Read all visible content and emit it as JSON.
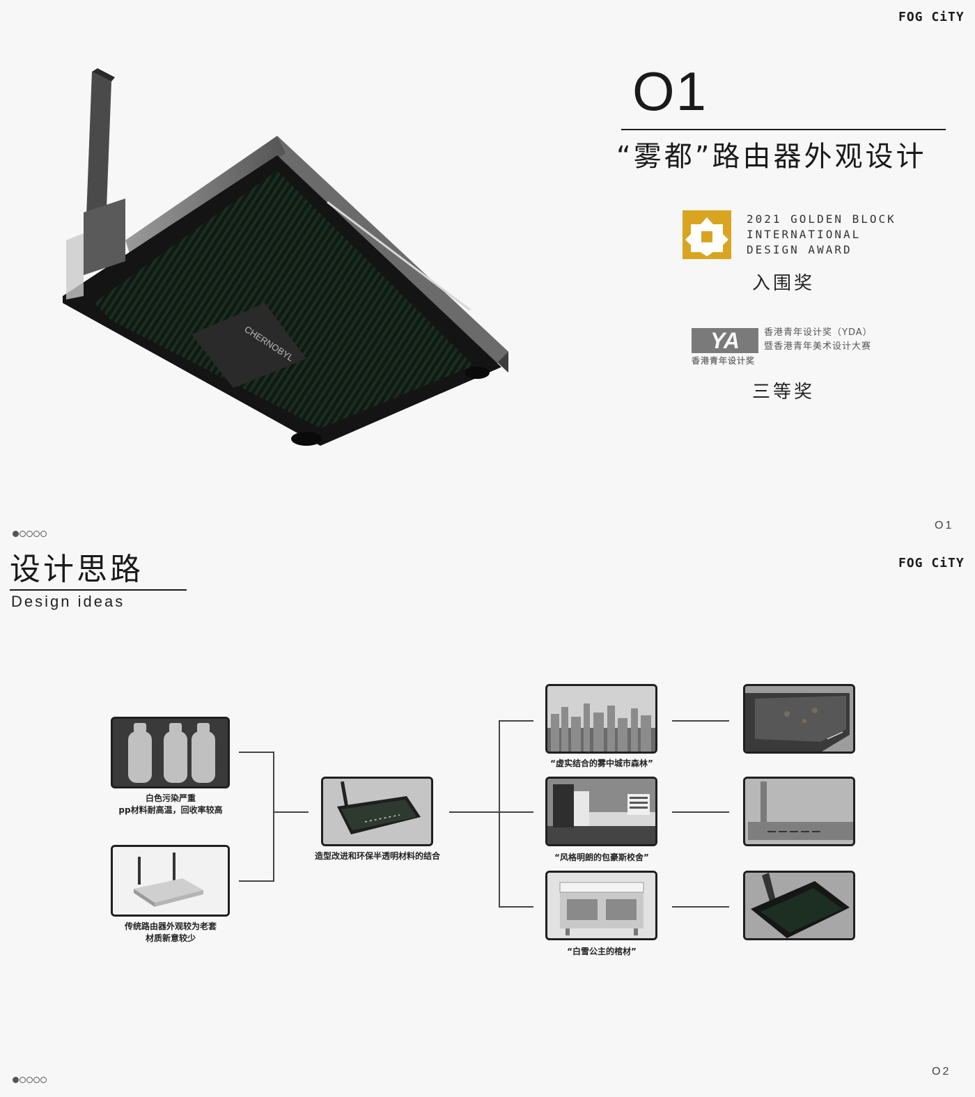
{
  "brand": "FOG CiTY",
  "slide1": {
    "number": "O1",
    "title": "“雾都”路由器外观设计",
    "router_label": "CHERNOBYL",
    "award1": {
      "en_lines": [
        "2021 GOLDEN BLOCK",
        "INTERNATIONAL",
        "DESIGN AWARD"
      ],
      "result": "入围奖"
    },
    "award2": {
      "logo_text": "YA",
      "logo_caption": "香港青年设计奖",
      "cn_lines": [
        "香港青年设计奖（YDA）",
        "暨香港青年美术设计大赛"
      ],
      "result": "三等奖"
    },
    "page_number": "O1"
  },
  "slide2": {
    "title": "设计思路",
    "subtitle": "Design ideas",
    "left_items": [
      {
        "caption_lines": [
          "白色污染严重",
          "pp材料耐高温，回收率较高"
        ]
      },
      {
        "caption_lines": [
          "传统路由器外观较为老套",
          "材质新意较少"
        ]
      }
    ],
    "center_item": {
      "caption": "造型改进和环保半透明材料的结合"
    },
    "right_items": [
      {
        "caption": "“虚实结合的雾中城市森林”"
      },
      {
        "caption": "“风格明朗的包豪斯校舍”"
      },
      {
        "caption": "“白雪公主的棺材”"
      }
    ],
    "page_number": "O2"
  },
  "colors": {
    "background": "#f7f7f7",
    "text": "#1a1a1a",
    "router_dark": "#2b2b2b",
    "gold": "#d9a520"
  }
}
